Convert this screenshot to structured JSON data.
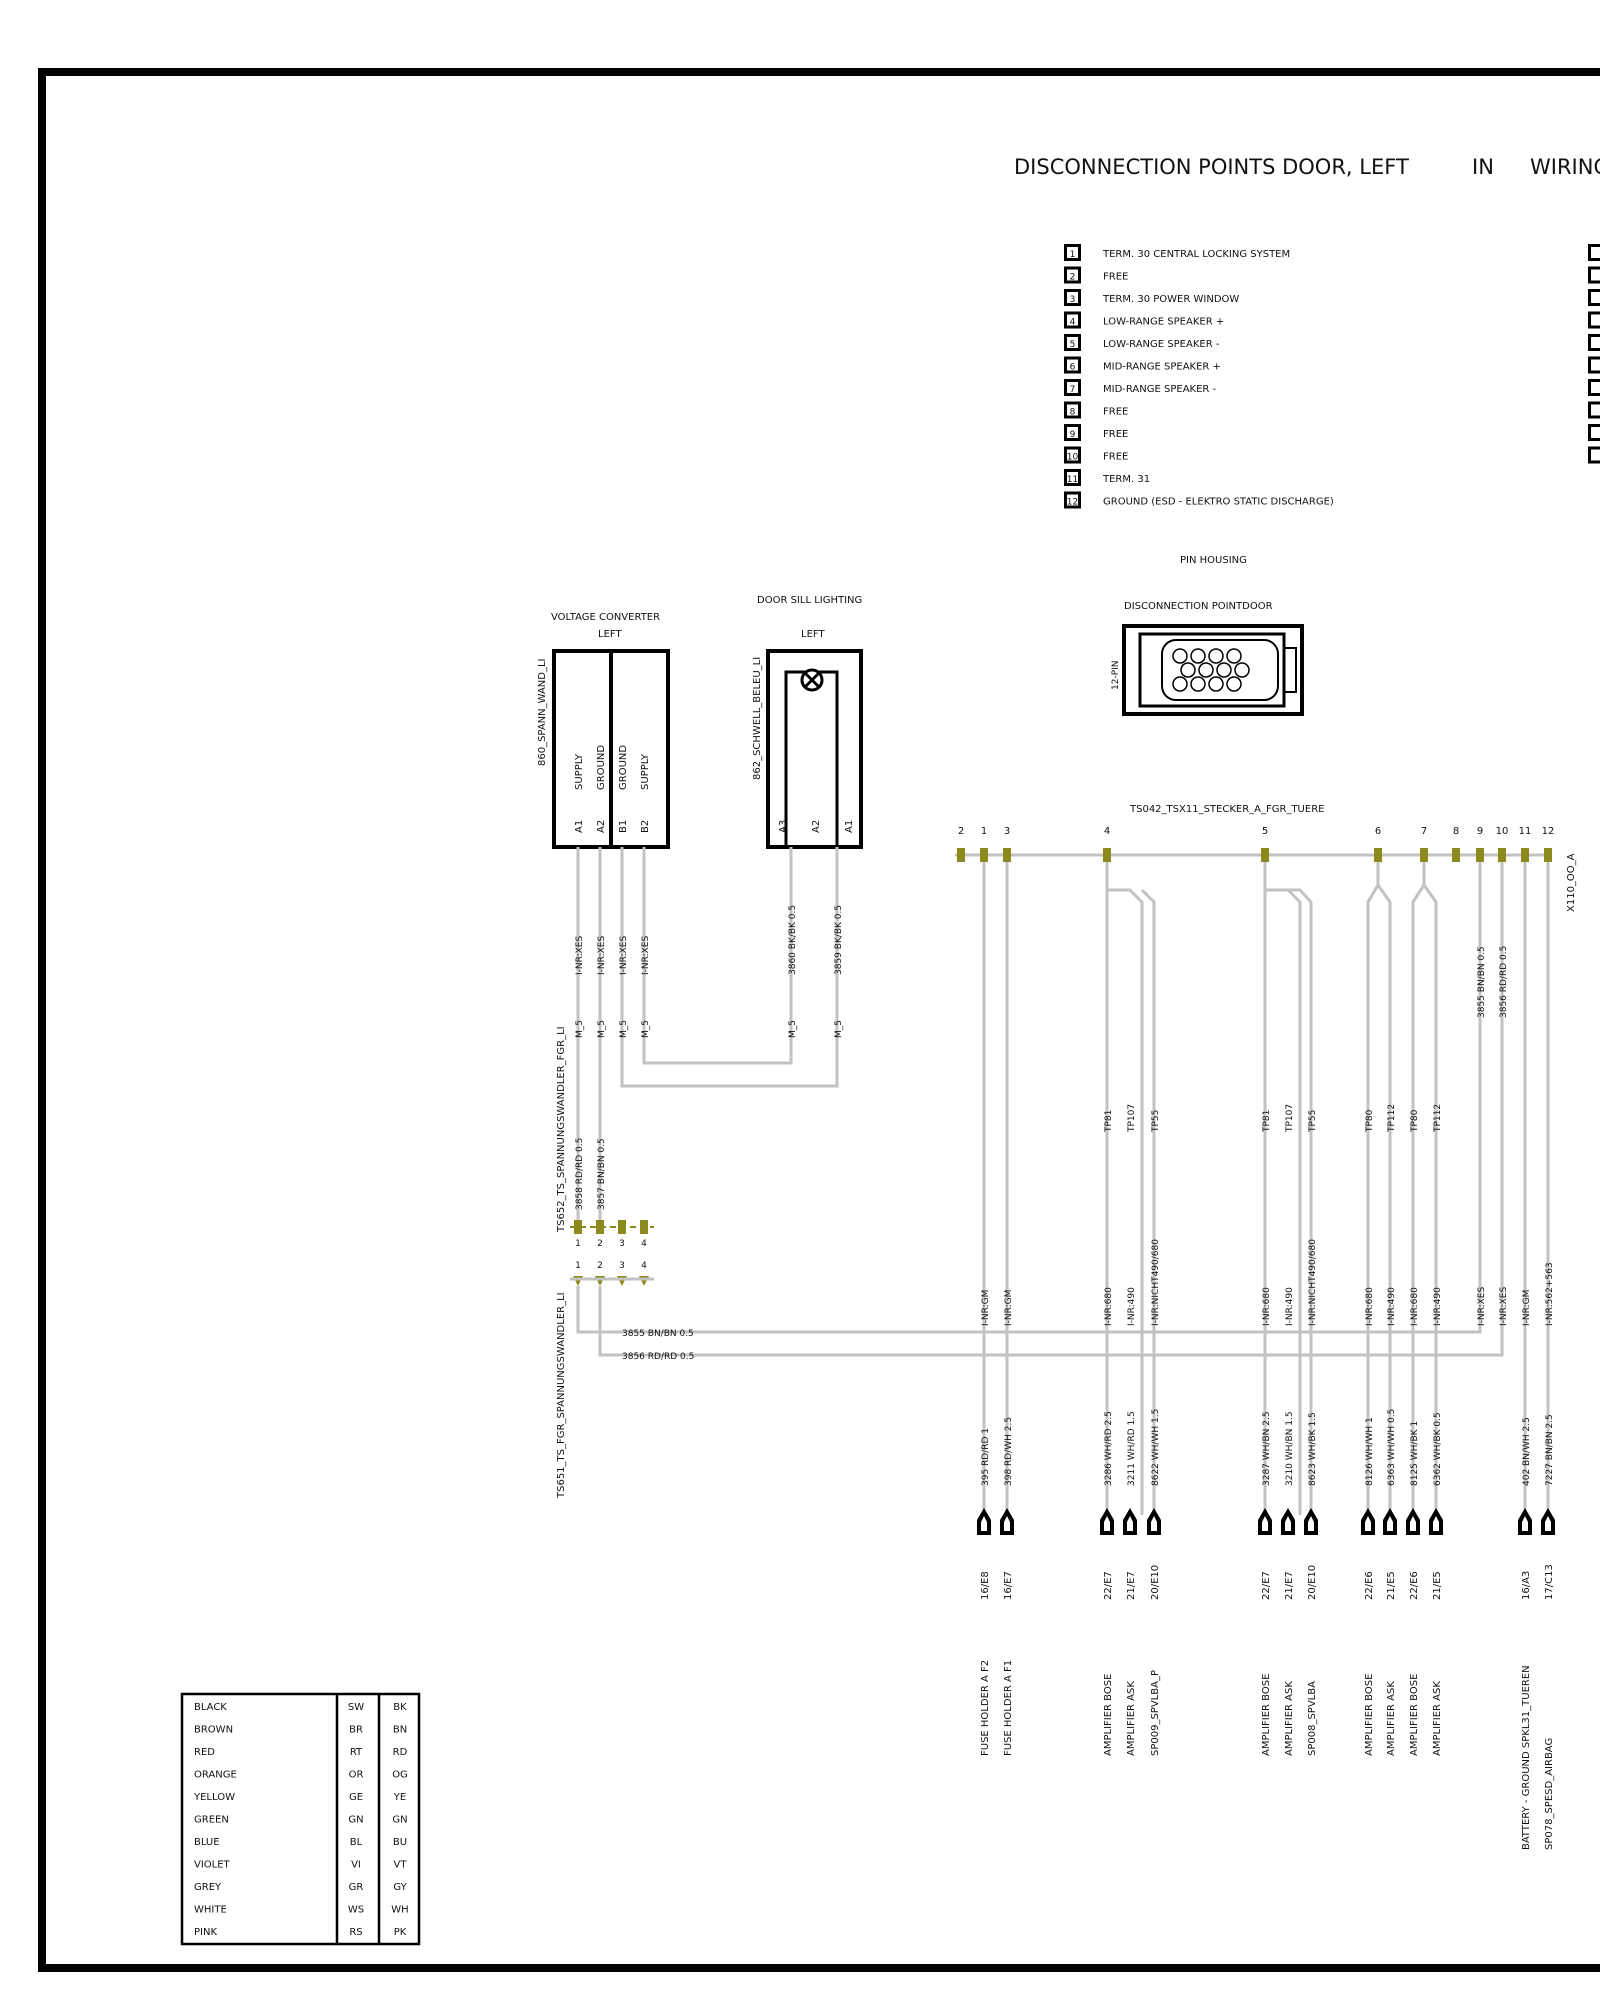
{
  "title": "DISCONNECTION POINTS DOOR, LEFT",
  "title_in": "IN",
  "title_cut": "WIRING",
  "pin_table": [
    {
      "num": "1",
      "desc": "TERM. 30 CENTRAL LOCKING SYSTEM"
    },
    {
      "num": "2",
      "desc": "FREE"
    },
    {
      "num": "3",
      "desc": "TERM. 30 POWER WINDOW"
    },
    {
      "num": "4",
      "desc": "LOW-RANGE SPEAKER +"
    },
    {
      "num": "5",
      "desc": "LOW-RANGE SPEAKER -"
    },
    {
      "num": "6",
      "desc": "MID-RANGE SPEAKER +"
    },
    {
      "num": "7",
      "desc": "MID-RANGE SPEAKER -"
    },
    {
      "num": "8",
      "desc": "FREE"
    },
    {
      "num": "9",
      "desc": "FREE"
    },
    {
      "num": "10",
      "desc": "FREE"
    },
    {
      "num": "11",
      "desc": "TERM. 31"
    },
    {
      "num": "12",
      "desc": "GROUND    (ESD - ELEKTRO STATIC DISCHARGE)"
    }
  ],
  "pin_housing": "PIN HOUSING",
  "disconnection_point": "DISCONNECTION POINTDOOR",
  "housing_pin_label": "12-PIN",
  "voltage_converter": {
    "title1": "VOLTAGE CONVERTER",
    "title2": "LEFT",
    "side_label": "860_SPANN_WAND_LI",
    "pins": [
      {
        "pin": "A1",
        "func": "SUPPLY"
      },
      {
        "pin": "A2",
        "func": "GROUND"
      },
      {
        "pin": "B1",
        "func": "GROUND"
      },
      {
        "pin": "B2",
        "func": "SUPPLY"
      }
    ]
  },
  "door_sill": {
    "title1": "DOOR SILL LIGHTING",
    "title2": "LEFT",
    "side_label": "862_SCHWELL_BELEU_LI",
    "pins": [
      "A3",
      "A2",
      "A1"
    ]
  },
  "connector_ts042": {
    "label": "TS042_TSX11_STECKER_A_FGR_TUERE",
    "side_label": "X110_OO_A",
    "pins": [
      "2",
      "1",
      "3",
      "4",
      "5",
      "6",
      "7",
      "8",
      "9",
      "10",
      "11",
      "12"
    ]
  },
  "left_wires": {
    "inxes": [
      "I-NR:XES",
      "I-NR:XES",
      "I-NR:XES",
      "I-NR:XES",
      "3860 BK/BK 0.5",
      "3859 BK/BK 0.5"
    ],
    "m5": [
      "M_5",
      "M_5",
      "M_5",
      "M_5",
      "M_5",
      "M_5"
    ],
    "ts652_label": "TS652_TS_SPANNUNGSWANDLER_FGR_LI",
    "ts651_label": "TS651_TS_FGR_SPANNUNGSWANDLER_LI",
    "w3858": "3858 RD/RD 0.5",
    "w3857": "3857 BN/BN 0.5",
    "ts_pins": [
      "1",
      "2",
      "3",
      "4"
    ],
    "h3855": "3855 BN/BN 0.5",
    "h3856": "3856 RD/RD 0.5"
  },
  "right_top_labels": [
    "3855 BN/BN 0.5",
    "3856 RD/RD 0.5"
  ],
  "tp_labels": [
    "TP81",
    "TP107",
    "TP55",
    "TP81",
    "TP107",
    "TP55",
    "TP80",
    "TP112",
    "TP80",
    "TP112"
  ],
  "lower_columns": [
    {
      "inr": "I-NR:GM",
      "wire": "395 RD/RD 1",
      "loc": "16/E8",
      "dest": "FUSE HOLDER A   F2"
    },
    {
      "inr": "I-NR:GM",
      "wire": "398 RD/WH 2.5",
      "loc": "16/E7",
      "dest": "FUSE HOLDER A   F1"
    },
    {
      "inr": "I-NR:680",
      "wire": "3286 WH/RD 2.5",
      "loc": "22/E7",
      "dest": "AMPLIFIER   BOSE"
    },
    {
      "inr": "I-NR:490",
      "wire": "3211 WH/RD 1.5",
      "loc": "21/E7",
      "dest": "AMPLIFIER   ASK"
    },
    {
      "inr": "I-NR:NICHT490/680",
      "wire": "8622 WH/WH 1.5",
      "loc": "20/E10",
      "dest": "SP009_SPVLBA_P"
    },
    {
      "inr": "I-NR:680",
      "wire": "3287 WH/BN 2.5",
      "loc": "22/E7",
      "dest": "AMPLIFIER   BOSE"
    },
    {
      "inr": "I-NR:490",
      "wire": "3210 WH/BN 1.5",
      "loc": "21/E7",
      "dest": "AMPLIFIER   ASK"
    },
    {
      "inr": "I-NR:NICHT490/680",
      "wire": "8623 WH/BK 1.5",
      "loc": "20/E10",
      "dest": "SP008_SPVLBA"
    },
    {
      "inr": "I-NR:680",
      "wire": "8126 WH/WH 1",
      "loc": "22/E6",
      "dest": "AMPLIFIER   BOSE"
    },
    {
      "inr": "I-NR:490",
      "wire": "6363 WH/WH 0.5",
      "loc": "21/E5",
      "dest": "AMPLIFIER   ASK"
    },
    {
      "inr": "I-NR:680",
      "wire": "8125 WH/BK 1",
      "loc": "22/E6",
      "dest": "AMPLIFIER   BOSE"
    },
    {
      "inr": "I-NR:490",
      "wire": "6362 WH/BK 0.5",
      "loc": "21/E5",
      "dest": "AMPLIFIER   ASK"
    },
    {
      "inr": "I-NR:XES",
      "wire": "",
      "loc": "",
      "dest": ""
    },
    {
      "inr": "I-NR:XES",
      "wire": "",
      "loc": "",
      "dest": ""
    },
    {
      "inr": "I-NR:GM",
      "wire": "402 BN/WH 2.5",
      "loc": "16/A3",
      "dest": "BATTERY - GROUND   SPKL31_TUEREN"
    },
    {
      "inr": "I-NR:562+563",
      "wire": "7227 BN/BN 2.5",
      "loc": "17/C13",
      "dest": "SP078_SPESD_AIRBAG"
    }
  ],
  "color_legend": [
    {
      "name": "BLACK",
      "de": "SW",
      "en": "BK"
    },
    {
      "name": "BROWN",
      "de": "BR",
      "en": "BN"
    },
    {
      "name": "RED",
      "de": "RT",
      "en": "RD"
    },
    {
      "name": "ORANGE",
      "de": "OR",
      "en": "OG"
    },
    {
      "name": "YELLOW",
      "de": "GE",
      "en": "YE"
    },
    {
      "name": "GREEN",
      "de": "GN",
      "en": "GN"
    },
    {
      "name": "BLUE",
      "de": "BL",
      "en": "BU"
    },
    {
      "name": "VIOLET",
      "de": "VI",
      "en": "VT"
    },
    {
      "name": "GREY",
      "de": "GR",
      "en": "GY"
    },
    {
      "name": "WHITE",
      "de": "WS",
      "en": "WH"
    },
    {
      "name": "PINK",
      "de": "RS",
      "en": "PK"
    }
  ],
  "colors": {
    "wire": "#c2c2c2",
    "pin": "#8a8a1e",
    "ink": "#111111"
  }
}
